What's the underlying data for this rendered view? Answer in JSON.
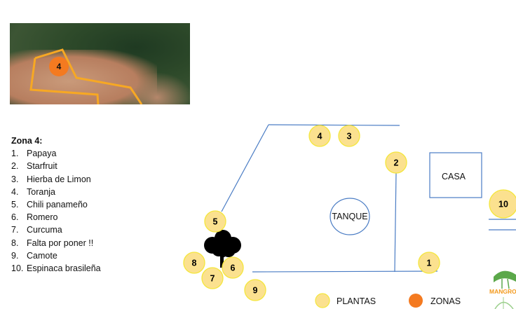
{
  "aerial_photo": {
    "zone_marker": "4"
  },
  "legend_list": {
    "title": "Zona 4:",
    "items": [
      {
        "num": "1.",
        "label": "Papaya"
      },
      {
        "num": "2.",
        "label": "Starfruit"
      },
      {
        "num": "3.",
        "label": "Hierba de Limon"
      },
      {
        "num": "4.",
        "label": "Toranja"
      },
      {
        "num": "5.",
        "label": "Chili panameño"
      },
      {
        "num": "6.",
        "label": "Romero"
      },
      {
        "num": "7.",
        "label": "Curcuma"
      },
      {
        "num": "8.",
        "label": "Falta por poner !!"
      },
      {
        "num": "9.",
        "label": "Camote"
      },
      {
        "num": "10.",
        "label": "Espinaca brasileña"
      }
    ]
  },
  "map": {
    "casa_label": "CASA",
    "tanque_label": "TANQUE",
    "plants": [
      "1",
      "2",
      "3",
      "4",
      "5",
      "6",
      "7",
      "8",
      "9",
      "10"
    ]
  },
  "key": {
    "plantas_label": "PLANTAS",
    "zonas_label": "ZONAS"
  },
  "logo": {
    "text": "MANGROVE"
  },
  "colors": {
    "plant_fill": "#fbe18f",
    "plant_stroke": "#f4e63c",
    "zone": "#f47a20",
    "line": "#4a7cc4",
    "zone_outline": "#f7a823"
  }
}
